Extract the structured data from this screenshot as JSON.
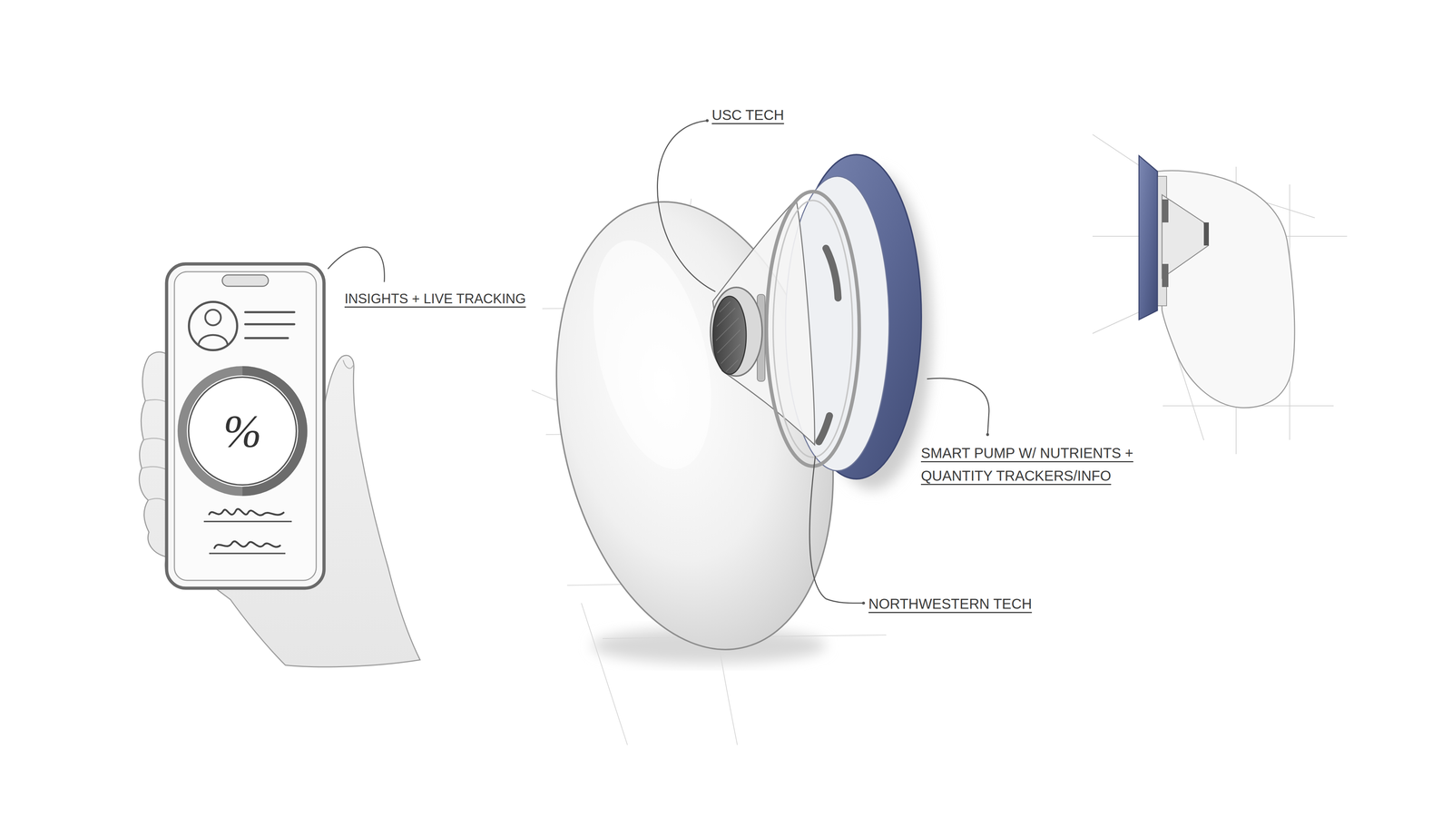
{
  "diagram": {
    "labels": [
      "INSIGHTS + LIVE TRACKING",
      "USC TECH",
      "SMART PUMP W/ NUTRIENTS + QUANTITY TRACKERS/INFO",
      "NORTHWESTERN TECH",
      "%"
    ]
  }
}
